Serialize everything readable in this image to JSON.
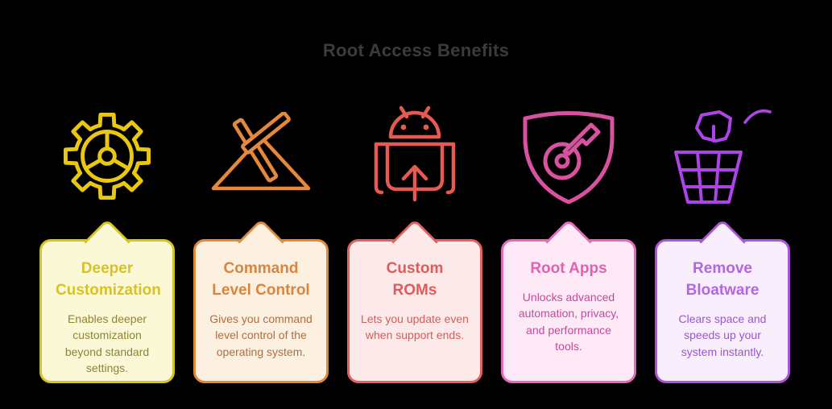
{
  "page": {
    "title": "Root Access Benefits",
    "title_color": "#3b3b3b",
    "background": "#000000"
  },
  "cards": [
    {
      "icon": "gear-icon",
      "title": "Deeper\nCustomization",
      "body": "Enables deeper\ncustomization\nbeyond standard\nsettings.",
      "accent": "#d8c41f",
      "fill": "#fbf8d8",
      "title_color": "#d9c226",
      "body_color": "#8e8431",
      "icon_color": "#e9c80e"
    },
    {
      "icon": "crossed-tools-mountain-icon",
      "title": "Command\nLevel Control",
      "body": "Gives you command\nlevel control of the\noperating system.",
      "accent": "#e08a3c",
      "fill": "#fcf0e1",
      "title_color": "#d98540",
      "body_color": "#ae6f40",
      "icon_color": "#e6883a"
    },
    {
      "icon": "android-update-icon",
      "title": "Custom ROMs",
      "body": "Lets you update even\nwhen support ends.",
      "accent": "#e26161",
      "fill": "#fce9e9",
      "title_color": "#e05c5c",
      "body_color": "#d15f5a",
      "icon_color": "#e55b52"
    },
    {
      "icon": "shield-key-icon",
      "title": "Root Apps",
      "body": "Unlocks advanced\nautomation, privacy,\nand performance\ntools.",
      "accent": "#e26cba",
      "fill": "#fdeaf6",
      "title_color": "#e161b3",
      "body_color": "#c04b9c",
      "icon_color": "#d9529f"
    },
    {
      "icon": "trash-bloatware-icon",
      "title": "Remove\nBloatware",
      "body": "Clears space and\nspeeds up your\nsystem instantly.",
      "accent": "#aa55d6",
      "fill": "#f8eefc",
      "title_color": "#b366e3",
      "body_color": "#9c55cd",
      "icon_color": "#ad44e8"
    }
  ]
}
